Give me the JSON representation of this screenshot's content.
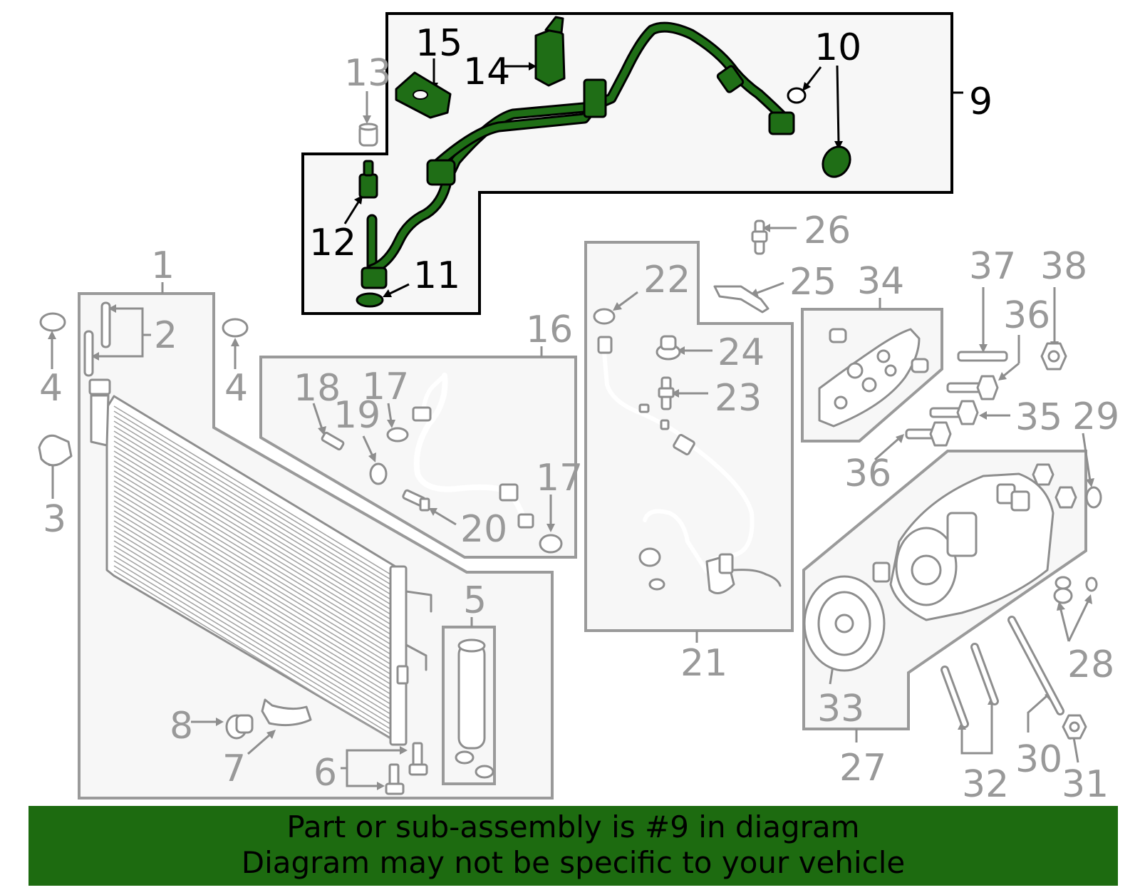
{
  "callouts": {
    "c1": "1",
    "c2": "2",
    "c3": "3",
    "c4a": "4",
    "c4b": "4",
    "c5": "5",
    "c6": "6",
    "c7": "7",
    "c8": "8",
    "c9": "9",
    "c10": "10",
    "c11": "11",
    "c12": "12",
    "c13": "13",
    "c14": "14",
    "c15": "15",
    "c16": "16",
    "c17a": "17",
    "c17b": "17",
    "c18": "18",
    "c19": "19",
    "c20": "20",
    "c21": "21",
    "c22": "22",
    "c23": "23",
    "c24": "24",
    "c25": "25",
    "c26": "26",
    "c27": "27",
    "c28": "28",
    "c29": "29",
    "c30": "30",
    "c31": "31",
    "c32": "32",
    "c33": "33",
    "c34": "34",
    "c35": "35",
    "c36a": "36",
    "c36b": "36",
    "c37": "37",
    "c38": "38"
  },
  "highlighted_part": "9",
  "colors": {
    "highlight": "#1d6b10",
    "part_gray": "#999999"
  },
  "footer": {
    "line1": "Part or sub-assembly is #9 in diagram",
    "line2": "Diagram may not be specific to your vehicle"
  }
}
